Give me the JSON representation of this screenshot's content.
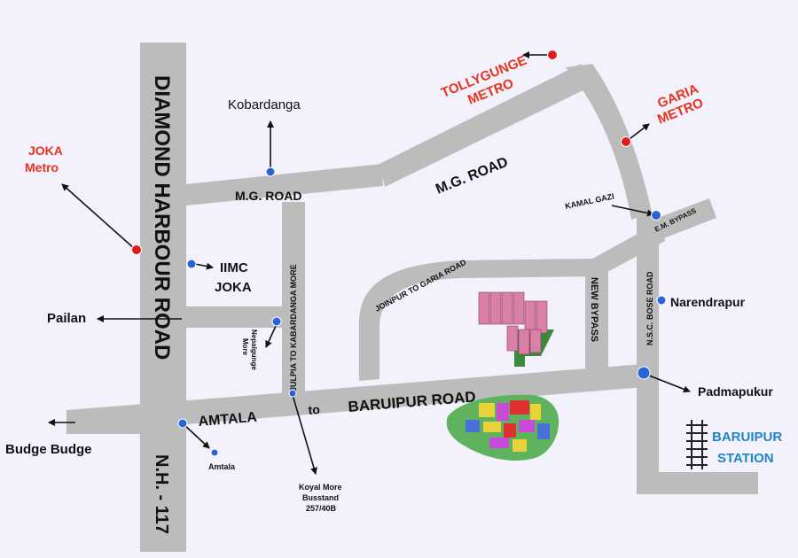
{
  "colors": {
    "background": "#f3f1fb",
    "road": "#bcbcbc",
    "road_text": "#111111",
    "metro_text": "#e8321c",
    "metro_dot": "#e01b1b",
    "poi_dot": "#2a63d6",
    "station_text": "#1f86c8",
    "arrow": "#111111"
  },
  "roads": {
    "diamond_harbour": "DIAMOND HARBOUR ROAD",
    "nh117": "N.H. - 117",
    "mg_road_left": "M.G. ROAD",
    "mg_road_right": "M.G. ROAD",
    "amtala": "AMTALA",
    "to": "to",
    "baruipur_road": "BARUIPUR ROAD",
    "julpia": "JULPIA TO KABARDANGA MORE",
    "joinpur": "JOINPUR TO GARIA ROAD",
    "new_bypass": "NEW BYPASS",
    "nsc_bose": "N.S.C. BOSE ROAD",
    "em_bypass": "E.M. BYPASS"
  },
  "metro": {
    "joka_line1": "JOKA",
    "joka_line2": "Metro",
    "tollygunge_line1": "TOLLYGUNGE",
    "tollygunge_line2": "METRO",
    "garia_line1": "GARIA",
    "garia_line2": "METRO"
  },
  "places": {
    "kobardanga": "Kobardanga",
    "iimc_line1": "IIMC",
    "iimc_line2": "JOKA",
    "pailan": "Pailan",
    "nepalgunge_line1": "Nepalgunge",
    "nepalgunge_line2": "More",
    "budge_budge": "Budge Budge",
    "amtala_place": "Amtala",
    "koyal_line1": "Koyal More",
    "koyal_line2": "Busstand",
    "koyal_line3": "257/40B",
    "kamal_gazi": "KAMAL GAZI",
    "narendrapur": "Narendrapur",
    "padmapukur": "Padmapukur",
    "station_line1": "BARUIPUR",
    "station_line2": "STATION"
  }
}
